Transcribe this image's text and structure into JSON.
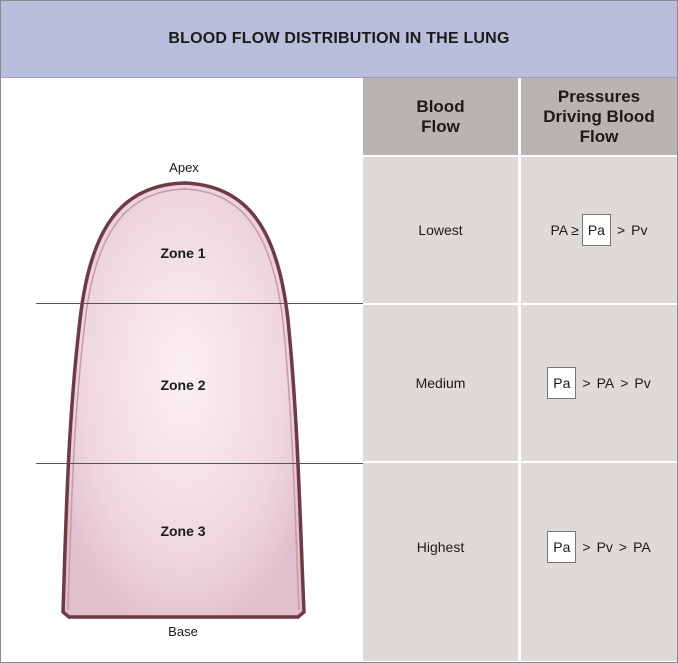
{
  "title": "BLOOD FLOW DISTRIBUTION IN THE LUNG",
  "columns": {
    "flow_header": "Blood Flow",
    "pressure_header": "Pressures Driving Blood Flow"
  },
  "lung": {
    "apex": "Apex",
    "base": "Base",
    "zones": [
      {
        "label": "Zone 1"
      },
      {
        "label": "Zone 2"
      },
      {
        "label": "Zone 3"
      }
    ]
  },
  "rows": [
    {
      "flow": "Lowest",
      "p1": "PA",
      "op1": "≥",
      "p2": "Pa",
      "op2": ">",
      "p3": "Pv"
    },
    {
      "flow": "Medium",
      "p1": "Pa",
      "op1": ">",
      "p2": "PA",
      "op2": ">",
      "p3": "Pv"
    },
    {
      "flow": "Highest",
      "p1": "Pa",
      "op1": ">",
      "p2": "Pv",
      "op2": ">",
      "p3": "PA"
    }
  ],
  "colors": {
    "header_bg": "#b9bedd",
    "column_header_bg": "#b9b4b1",
    "cell_bg": "#dedad8",
    "lung_fill": "#f3dde6",
    "lung_outline": "#6e3a44"
  }
}
